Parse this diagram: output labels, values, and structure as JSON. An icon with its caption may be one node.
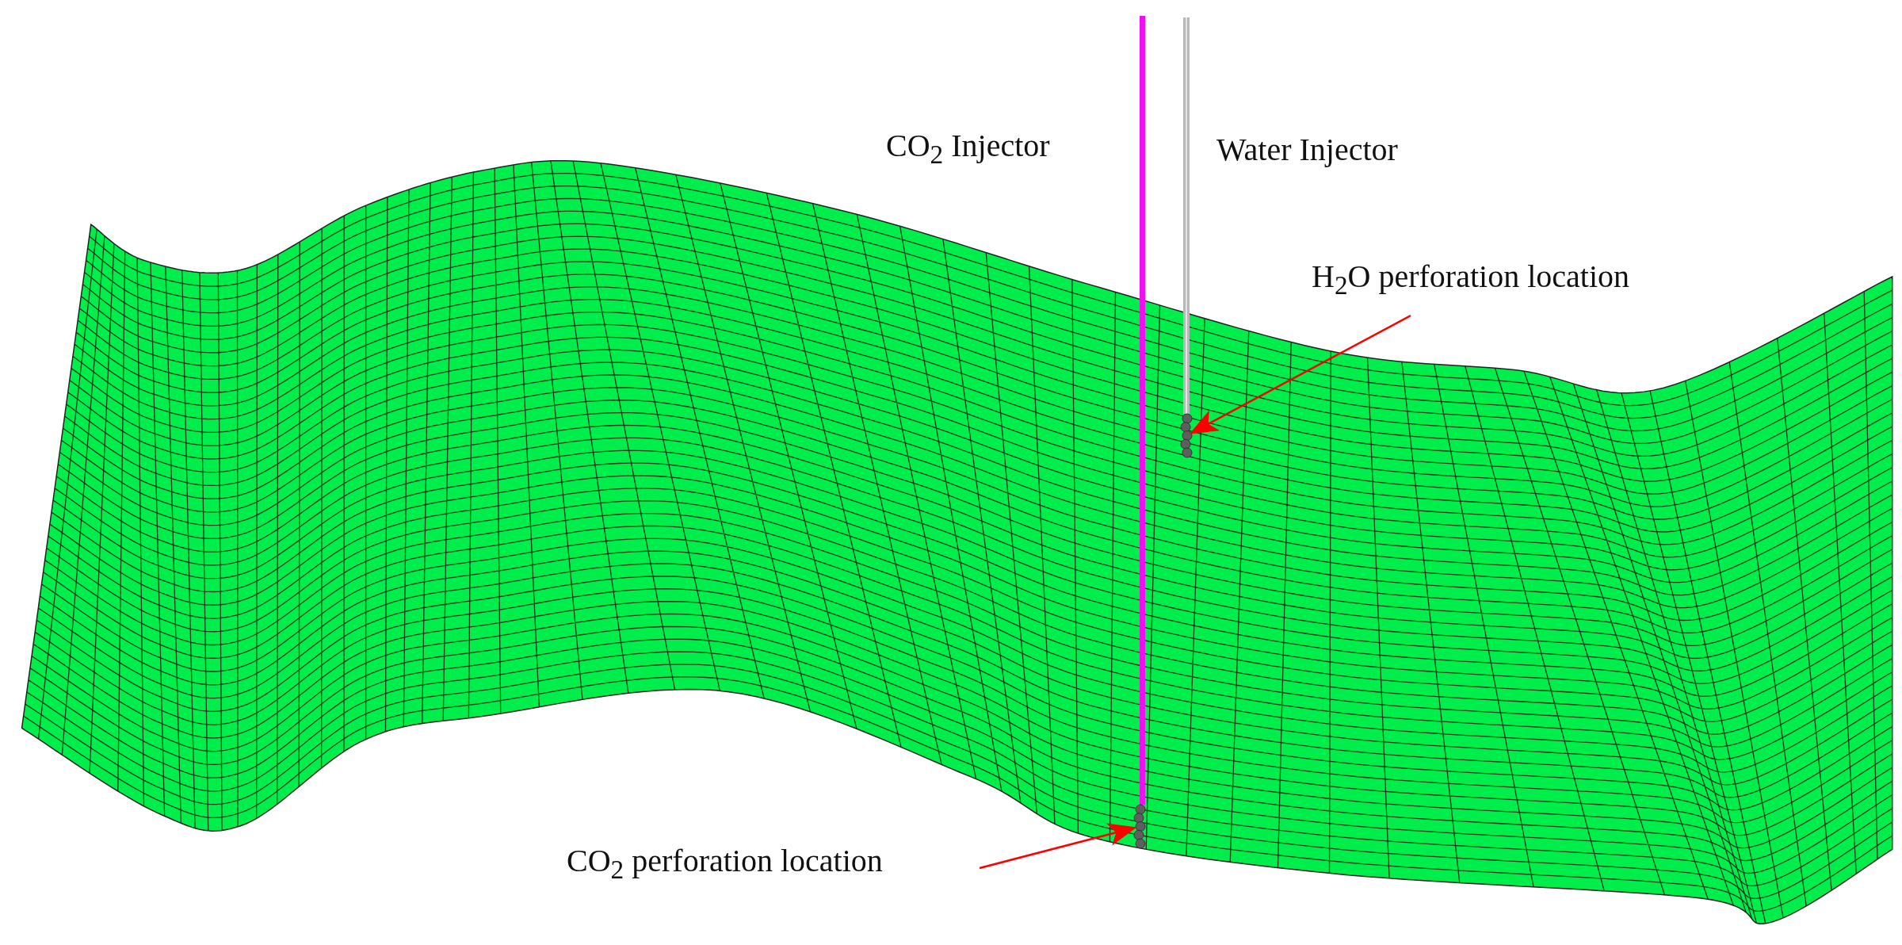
{
  "diagram": {
    "nodes": [
      {
        "text": [
          "H$_{2}$O perforation location"
        ]
      },
      {
        "text": [],
        "shape": "bar"
      },
      {
        "text": [
          "CO$_{2}$ perforation location"
        ]
      },
      {
        "text": [],
        "shape": "bar"
      }
    ],
    "edges": [
      {
        "from": 0,
        "to": 1,
        "arrow": "to"
      },
      {
        "from": 2,
        "to": 3,
        "arrow": "to"
      }
    ],
    "labels": [
      "CO$_{2}$ Injector",
      "Water Injector"
    ]
  }
}
